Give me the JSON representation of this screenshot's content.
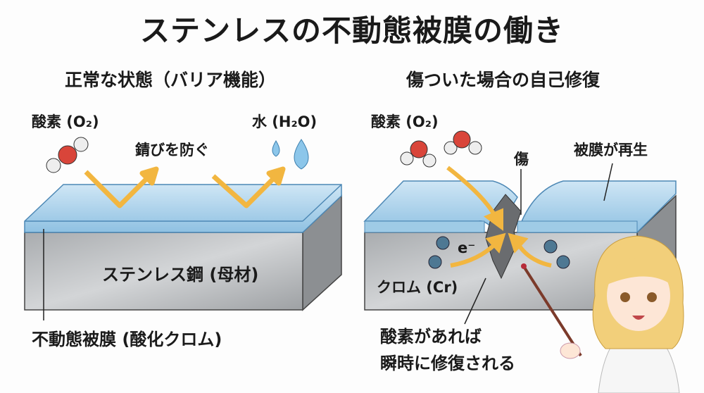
{
  "title": "ステンレスの不動態被膜の働き",
  "left_panel": {
    "heading": "正常な状態（バリア機能）",
    "oxygen_label": "酸素 (O₂)",
    "water_label": "水 (H₂O)",
    "prevent_rust_label": "錆びを防ぐ",
    "base_metal_label": "ステンレス鋼 (母材)",
    "film_label": "不動態被膜 (酸化クロム)"
  },
  "right_panel": {
    "heading": "傷ついた場合の自己修復",
    "oxygen_label": "酸素 (O₂)",
    "scratch_label": "傷",
    "regenerate_label": "被膜が再生",
    "electron_label": "e⁻",
    "chromium_label": "クロム (Cr)",
    "repair_line1": "酸素があれば",
    "repair_line2": "瞬時に修復される"
  },
  "colors": {
    "film": "#9fcbe6",
    "metal": "#b9bcbf",
    "arrow": "#f2b640",
    "oxygen": "#d9453a",
    "chromium": "#4e7893"
  }
}
